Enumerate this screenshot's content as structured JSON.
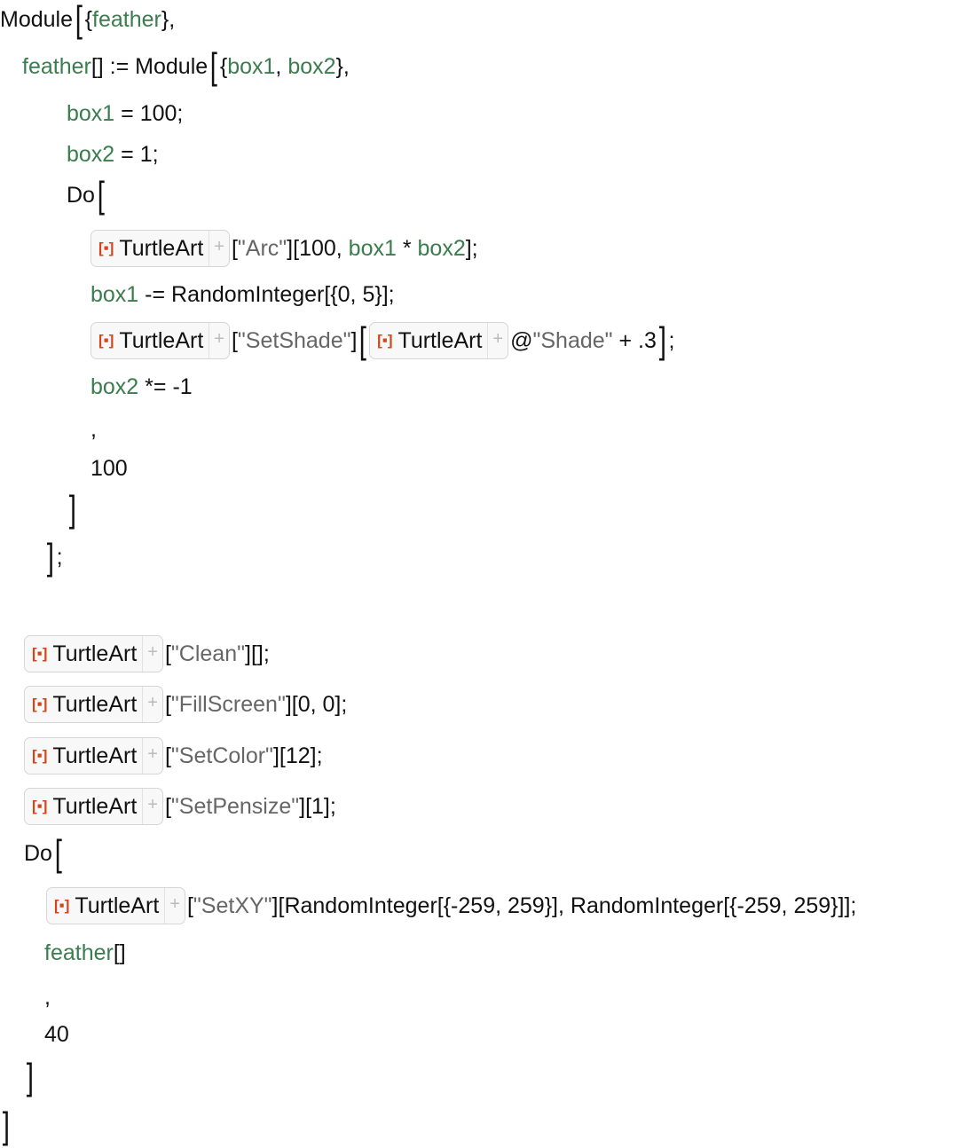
{
  "turtle_box": {
    "label": "TurtleArt",
    "icon": "turtle-art-resource-icon",
    "expand_icon": "plus-icon"
  },
  "colors": {
    "variable": "#3b7d4e",
    "string": "#666666",
    "resource_icon": "#d4451a"
  },
  "lines": [
    [
      [
        "k",
        "Module"
      ],
      [
        "b",
        "["
      ],
      [
        "k",
        "{"
      ],
      [
        "v",
        "feather"
      ],
      [
        "k",
        "},"
      ]
    ],
    [
      [
        "v",
        "feather"
      ],
      [
        "k",
        "[] := Module"
      ],
      [
        "b",
        "["
      ],
      [
        "k",
        "{"
      ],
      [
        "v",
        "box1"
      ],
      [
        "k",
        ", "
      ],
      [
        "v",
        "box2"
      ],
      [
        "k",
        "},"
      ]
    ],
    [
      [
        "v",
        "box1"
      ],
      [
        "k",
        " = 100;"
      ]
    ],
    [
      [
        "v",
        "box2"
      ],
      [
        "k",
        " = 1;"
      ]
    ],
    [
      [
        "k",
        "Do"
      ],
      [
        "b",
        "["
      ]
    ],
    [
      [
        "ta",
        "TurtleArt"
      ],
      [
        "k",
        "["
      ],
      [
        "s",
        "\"Arc\""
      ],
      [
        "k",
        "][100, "
      ],
      [
        "v",
        "box1"
      ],
      [
        "k",
        " * "
      ],
      [
        "v",
        "box2"
      ],
      [
        "k",
        "];"
      ]
    ],
    [
      [
        "v",
        "box1"
      ],
      [
        "k",
        " -= RandomInteger[{0, 5}];"
      ]
    ],
    [
      [
        "ta",
        "TurtleArt"
      ],
      [
        "k",
        "["
      ],
      [
        "s",
        "\"SetShade\""
      ],
      [
        "k",
        "]"
      ],
      [
        "b",
        "["
      ],
      [
        "ta",
        "TurtleArt"
      ],
      [
        "k",
        "@"
      ],
      [
        "s",
        "\"Shade\""
      ],
      [
        "k",
        " + .3"
      ],
      [
        "b",
        "]"
      ],
      [
        "k",
        ";"
      ]
    ],
    [
      [
        "v",
        "box2"
      ],
      [
        "k",
        " *= -1"
      ]
    ],
    [
      [
        "k",
        ","
      ]
    ],
    [
      [
        "k",
        "100"
      ]
    ],
    [
      [
        "b",
        "]"
      ]
    ],
    [
      [
        "b",
        "]"
      ],
      [
        "k",
        ";"
      ]
    ],
    [
      [
        "ta",
        "TurtleArt"
      ],
      [
        "k",
        "["
      ],
      [
        "s",
        "\"Clean\""
      ],
      [
        "k",
        "][];"
      ]
    ],
    [
      [
        "ta",
        "TurtleArt"
      ],
      [
        "k",
        "["
      ],
      [
        "s",
        "\"FillScreen\""
      ],
      [
        "k",
        "][0, 0];"
      ]
    ],
    [
      [
        "ta",
        "TurtleArt"
      ],
      [
        "k",
        "["
      ],
      [
        "s",
        "\"SetColor\""
      ],
      [
        "k",
        "][12];"
      ]
    ],
    [
      [
        "ta",
        "TurtleArt"
      ],
      [
        "k",
        "["
      ],
      [
        "s",
        "\"SetPensize\""
      ],
      [
        "k",
        "][1];"
      ]
    ],
    [
      [
        "k",
        "Do"
      ],
      [
        "b",
        "["
      ]
    ],
    [
      [
        "ta",
        "TurtleArt"
      ],
      [
        "k",
        "["
      ],
      [
        "s",
        "\"SetXY\""
      ],
      [
        "k",
        "][RandomInteger[{-259, 259}], RandomInteger[{-259, 259}]];"
      ]
    ],
    [
      [
        "v",
        "feather"
      ],
      [
        "k",
        "[]"
      ]
    ],
    [
      [
        "k",
        ","
      ]
    ],
    [
      [
        "k",
        "40"
      ]
    ],
    [
      [
        "b",
        "]"
      ]
    ],
    [
      [
        "b",
        "]"
      ]
    ]
  ]
}
